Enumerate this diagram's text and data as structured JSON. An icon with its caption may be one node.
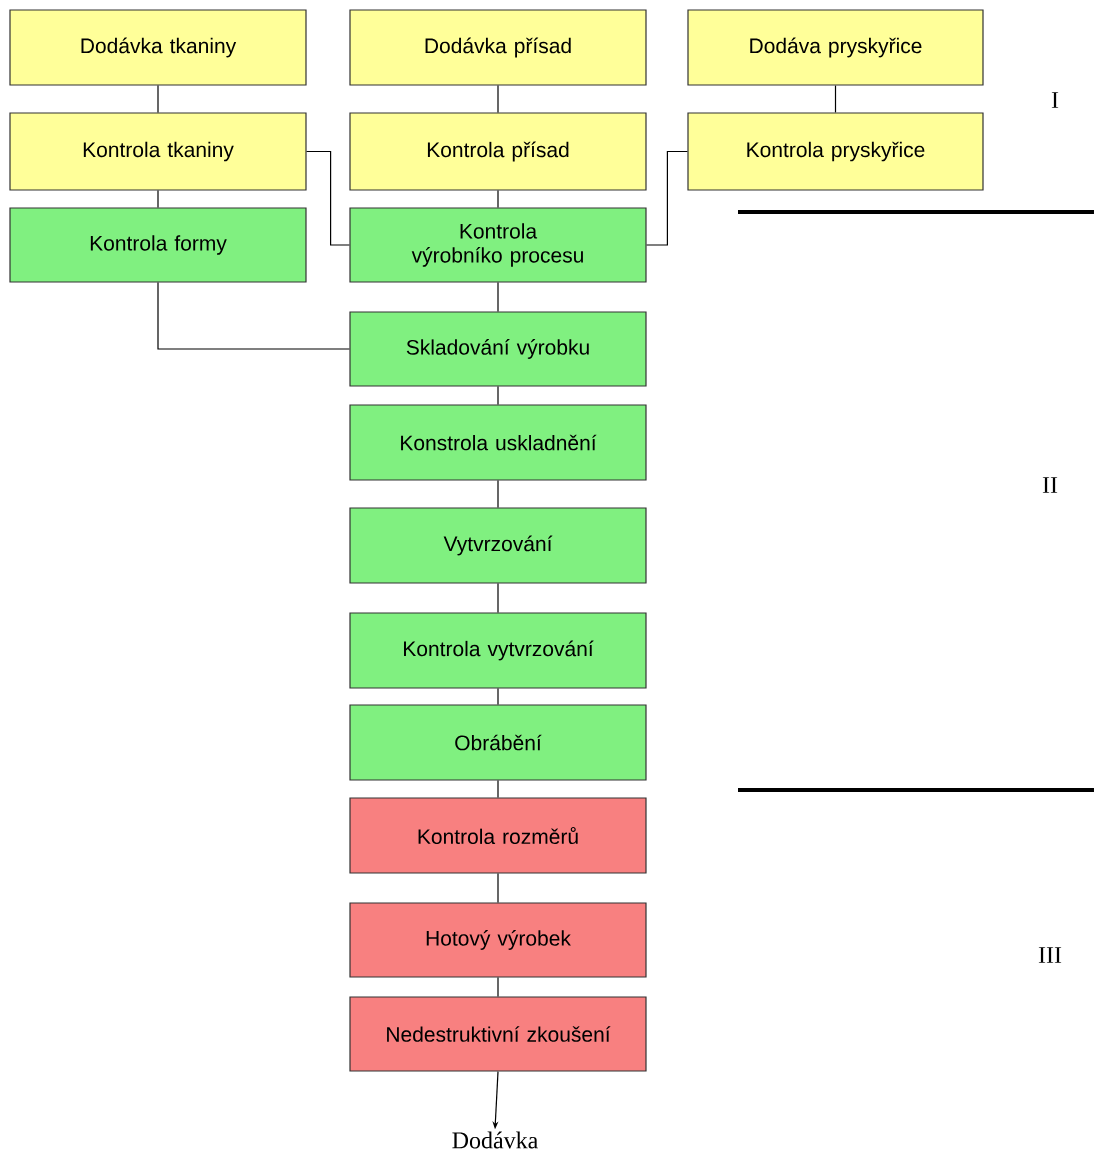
{
  "diagram": {
    "nodes": [
      {
        "text": [
          "Dodávka tkaniny"
        ]
      },
      {
        "text": [
          "Dodávka přísad"
        ]
      },
      {
        "text": [
          "Dodáva pryskyřice"
        ]
      },
      {
        "text": [
          "Kontrola tkaniny"
        ]
      },
      {
        "text": [
          "Kontrola přísad"
        ]
      },
      {
        "text": [
          "Kontrola pryskyřice"
        ]
      },
      {
        "text": [
          "Kontrola formy"
        ]
      },
      {
        "text": [
          "Kontrola výrobníko procesu"
        ]
      },
      {
        "text": [
          "Skladování výrobku"
        ]
      },
      {
        "text": [
          "Konstrola uskladnění"
        ]
      },
      {
        "text": [
          "Vytvrzování"
        ]
      },
      {
        "text": [
          "Kontrola vytvrzování"
        ]
      },
      {
        "text": [
          "Obrábění"
        ]
      },
      {
        "text": [
          "Kontrola rozměrů"
        ]
      },
      {
        "text": [
          "Hotový výrobek"
        ]
      },
      {
        "text": [
          "Nedestruktivní zkoušení"
        ]
      },
      {
        "text": [
          "Dodávka"
        ]
      }
    ],
    "edges": [
      {
        "from": 0,
        "to": 3,
        "arrow": "none"
      },
      {
        "from": 1,
        "to": 4,
        "arrow": "none"
      },
      {
        "from": 2,
        "to": 5,
        "arrow": "none"
      },
      {
        "from": 3,
        "to": 6,
        "arrow": "none"
      },
      {
        "from": 4,
        "to": 7,
        "arrow": "none"
      },
      {
        "from": 3,
        "to": 7,
        "arrow": "none"
      },
      {
        "from": 5,
        "to": 7,
        "arrow": "none"
      },
      {
        "from": 6,
        "to": 8,
        "arrow": "none"
      },
      {
        "from": 7,
        "to": 8,
        "arrow": "none"
      },
      {
        "from": 8,
        "to": 9,
        "arrow": "none"
      },
      {
        "from": 9,
        "to": 10,
        "arrow": "none"
      },
      {
        "from": 10,
        "to": 11,
        "arrow": "none"
      },
      {
        "from": 11,
        "to": 12,
        "arrow": "none"
      },
      {
        "from": 12,
        "to": 13,
        "arrow": "none"
      },
      {
        "from": 13,
        "to": 14,
        "arrow": "none"
      },
      {
        "from": 14,
        "to": 15,
        "arrow": "none"
      },
      {
        "from": 15,
        "to": 16,
        "arrow": "to"
      }
    ],
    "labels": [
      "I",
      "II",
      "III"
    ]
  }
}
